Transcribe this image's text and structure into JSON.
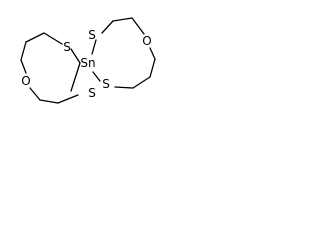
{
  "structure": {
    "center_atom": "Sn",
    "heteroatoms": {
      "sulfur": "S",
      "oxygen": "O"
    }
  },
  "colors": {
    "background": "#ffffff",
    "ink": "#000000"
  }
}
